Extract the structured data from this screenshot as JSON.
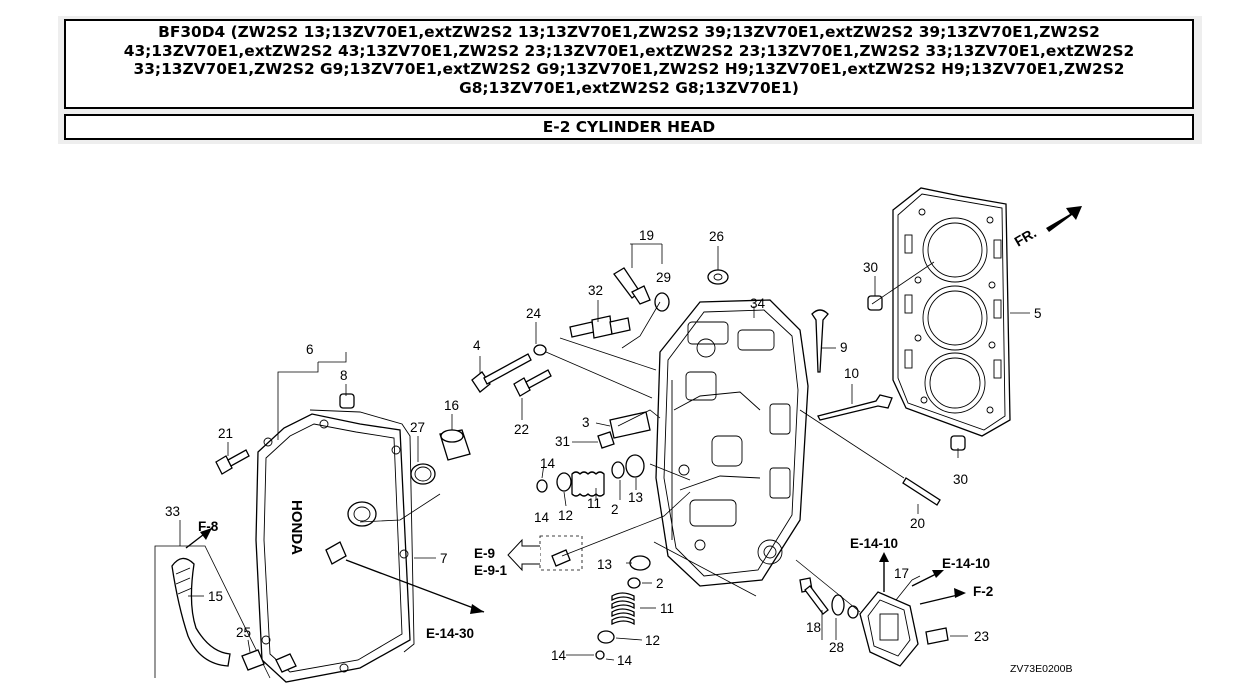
{
  "header": {
    "title": "BF30D4 (ZW2S2 13;13ZV70E1,extZW2S2 13;13ZV70E1,ZW2S2 39;13ZV70E1,extZW2S2 39;13ZV70E1,ZW2S2 43;13ZV70E1,extZW2S2 43;13ZV70E1,ZW2S2 23;13ZV70E1,extZW2S2 23;13ZV70E1,ZW2S2 33;13ZV70E1,extZW2S2 33;13ZV70E1,ZW2S2 G9;13ZV70E1,extZW2S2 G9;13ZV70E1,ZW2S2 H9;13ZV70E1,extZW2S2 H9;13ZV70E1,ZW2S2 G8;13ZV70E1,extZW2S2 G8;13ZV70E1)",
    "section": "E-2 CYLINDER HEAD"
  },
  "diagram": {
    "callouts": {
      "c2a": "2",
      "c2b": "2",
      "c3": "3",
      "c4": "4",
      "c5": "5",
      "c6": "6",
      "c7": "7",
      "c8": "8",
      "c9": "9",
      "c10": "10",
      "c11a": "11",
      "c11b": "11",
      "c12a": "12",
      "c12b": "12",
      "c13a": "13",
      "c13b": "13",
      "c14a": "14",
      "c14b": "14",
      "c14c": "14",
      "c14d": "14",
      "c15": "15",
      "c16": "16",
      "c17": "17",
      "c18": "18",
      "c19": "19",
      "c20": "20",
      "c21": "21",
      "c22": "22",
      "c23": "23",
      "c24": "24",
      "c25": "25",
      "c26": "26",
      "c27": "27",
      "c28": "28",
      "c29": "29",
      "c30a": "30",
      "c30b": "30",
      "c31": "31",
      "c32": "32",
      "c33": "33",
      "c34": "34"
    },
    "refs": {
      "f8": "F-8",
      "e1430": "E-14-30",
      "e9": "E-9",
      "e91": "E-9-1",
      "e1410a": "E-14-10",
      "e1410b": "E-14-10",
      "f2": "F-2"
    },
    "front_mark": "FR.",
    "cover_logo": "HONDA",
    "diagram_code": "ZV73E0200B"
  }
}
